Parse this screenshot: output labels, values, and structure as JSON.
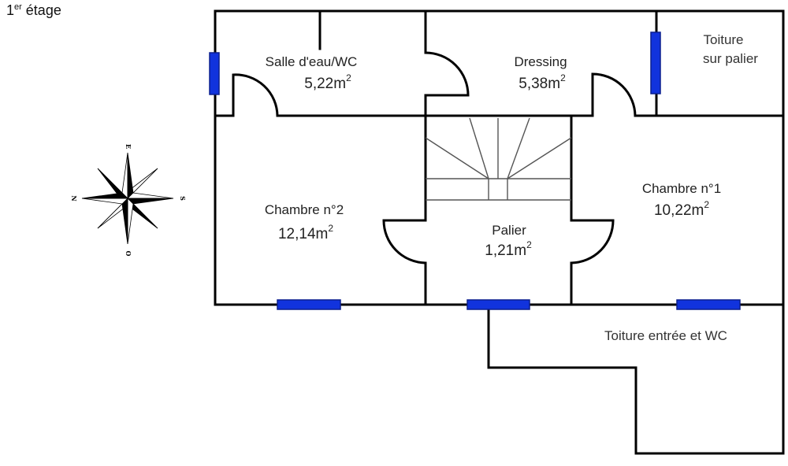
{
  "floor": {
    "number": "1",
    "suffix": "er",
    "label": " étage"
  },
  "rooms": {
    "salle_eau": {
      "name": "Salle d'eau/WC",
      "area": "5,22m",
      "sup": "2"
    },
    "dressing": {
      "name": "Dressing",
      "area": "5,38m",
      "sup": "2"
    },
    "chambre2": {
      "name": "Chambre n°2",
      "area": "12,14m",
      "sup": "2"
    },
    "palier": {
      "name": "Palier",
      "area": "1,21m",
      "sup": "2"
    },
    "chambre1": {
      "name": "Chambre n°1",
      "area": "10,22m",
      "sup": "2"
    }
  },
  "roofs": {
    "sur_palier_line1": "Toiture",
    "sur_palier_line2": "sur palier",
    "entree_wc": "Toiture entrée et WC"
  },
  "compass": {
    "top": "E",
    "right": "S",
    "bottom": "O",
    "left": "N"
  },
  "colors": {
    "wall": "#000000",
    "window": "#1133dd",
    "window_stroke": "#0a1f8f"
  }
}
